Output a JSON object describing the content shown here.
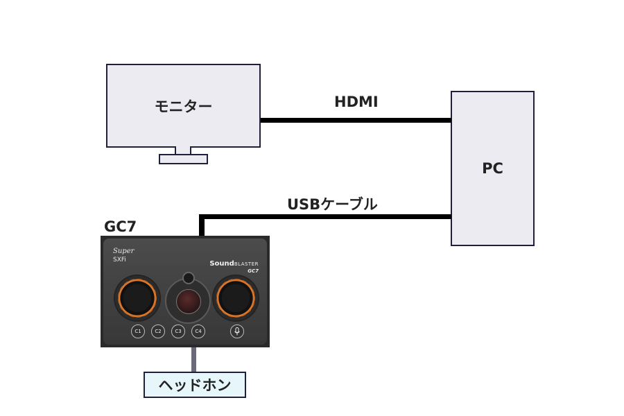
{
  "diagram": {
    "monitor": {
      "label": "モニター"
    },
    "pc": {
      "label": "PC"
    },
    "hdmi": {
      "label": "HDMI"
    },
    "usb": {
      "label": "USBケーブル"
    },
    "gc7": {
      "label": "GC7",
      "logo_line1": "Super",
      "logo_line2": "SXFi",
      "brand_sound": "Sound",
      "brand_blaster": "BLASTER",
      "brand_model": "GC7",
      "buttons": [
        "C1",
        "C2",
        "C3",
        "C4"
      ],
      "knob_accent": "#e07a2a"
    },
    "headphones": {
      "label": "ヘッドホン"
    },
    "colors": {
      "box_fill": "#ecebf2",
      "box_border": "#1d1f3c",
      "headphone_fill": "#e6f6fb",
      "cable": "#000000",
      "headphone_cable": "#6a6a78"
    }
  }
}
